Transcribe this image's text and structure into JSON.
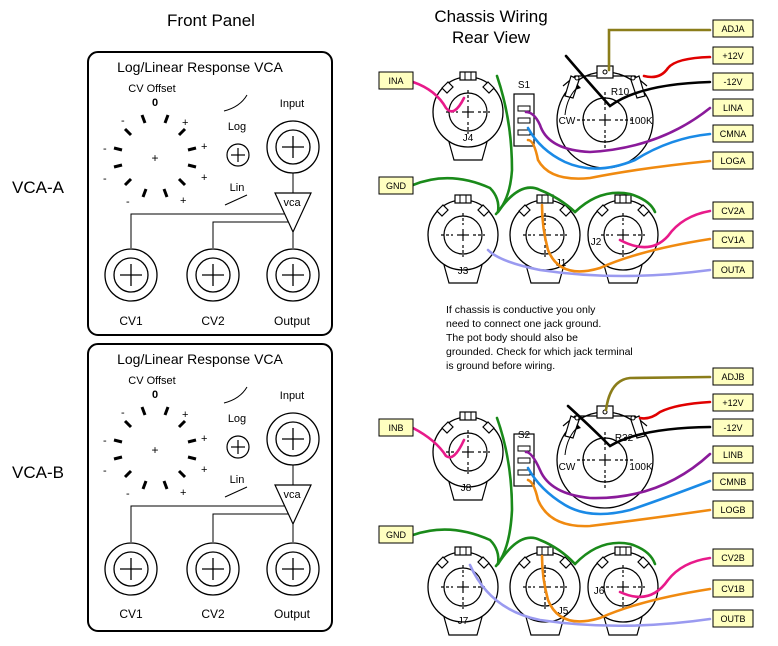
{
  "front": {
    "heading": "Front Panel",
    "panel_a": {
      "title": "Log/Linear Response VCA",
      "cv_offset": "CV Offset",
      "zero": "0",
      "log": "Log",
      "lin": "Lin",
      "input": "Input",
      "cv1": "CV1",
      "cv2": "CV2",
      "output": "Output",
      "vca": "vca",
      "side_label": "VCA-A"
    },
    "panel_b": {
      "title": "Log/Linear Response VCA",
      "cv_offset": "CV Offset",
      "zero": "0",
      "log": "Log",
      "lin": "Lin",
      "input": "Input",
      "cv1": "CV1",
      "cv2": "CV2",
      "output": "Output",
      "vca": "vca",
      "side_label": "VCA-B"
    },
    "minus": "-",
    "plus": "+"
  },
  "rear": {
    "heading_line1": "Chassis Wiring",
    "heading_line2": "Rear View",
    "a": {
      "tags": {
        "adj": "ADJA",
        "p12": "+12V",
        "m12": "-12V",
        "lin": "LINA",
        "cmn": "CMNA",
        "log": "LOGA",
        "in": "INA",
        "gnd": "GND",
        "cv2": "CV2A",
        "cv1": "CV1A",
        "out": "OUTA"
      },
      "pot": "R10",
      "pot_value": "100K",
      "cw": "CW",
      "switch": "S1",
      "jack_in": "J4",
      "jack_left": "J3",
      "jack_mid": "J1",
      "jack_right": "J2"
    },
    "b": {
      "tags": {
        "adj": "ADJB",
        "p12": "+12V",
        "m12": "-12V",
        "lin": "LINB",
        "cmn": "CMNB",
        "log": "LOGB",
        "in": "INB",
        "gnd": "GND",
        "cv2": "CV2B",
        "cv1": "CV1B",
        "out": "OUTB"
      },
      "pot": "R32",
      "pot_value": "100K",
      "cw": "CW",
      "switch": "S2",
      "jack_in": "J8",
      "jack_left": "J7",
      "jack_mid": "J5",
      "jack_right": "J6"
    },
    "note": [
      "If chassis is conductive you only",
      "need to connect one jack ground.",
      "The pot body should also be",
      "grounded. Check for which  jack  terminal",
      "is ground before wiring."
    ]
  },
  "colors": {
    "olive": "#8b7d1a",
    "red": "#e00000",
    "black": "#000000",
    "purple": "#8a1a9a",
    "blue": "#1a8ae6",
    "orange": "#f08a10",
    "pink": "#e81a8a",
    "green": "#1a8a1a",
    "lavender": "#9a9af0",
    "tag_fill": "#ffffc0"
  }
}
